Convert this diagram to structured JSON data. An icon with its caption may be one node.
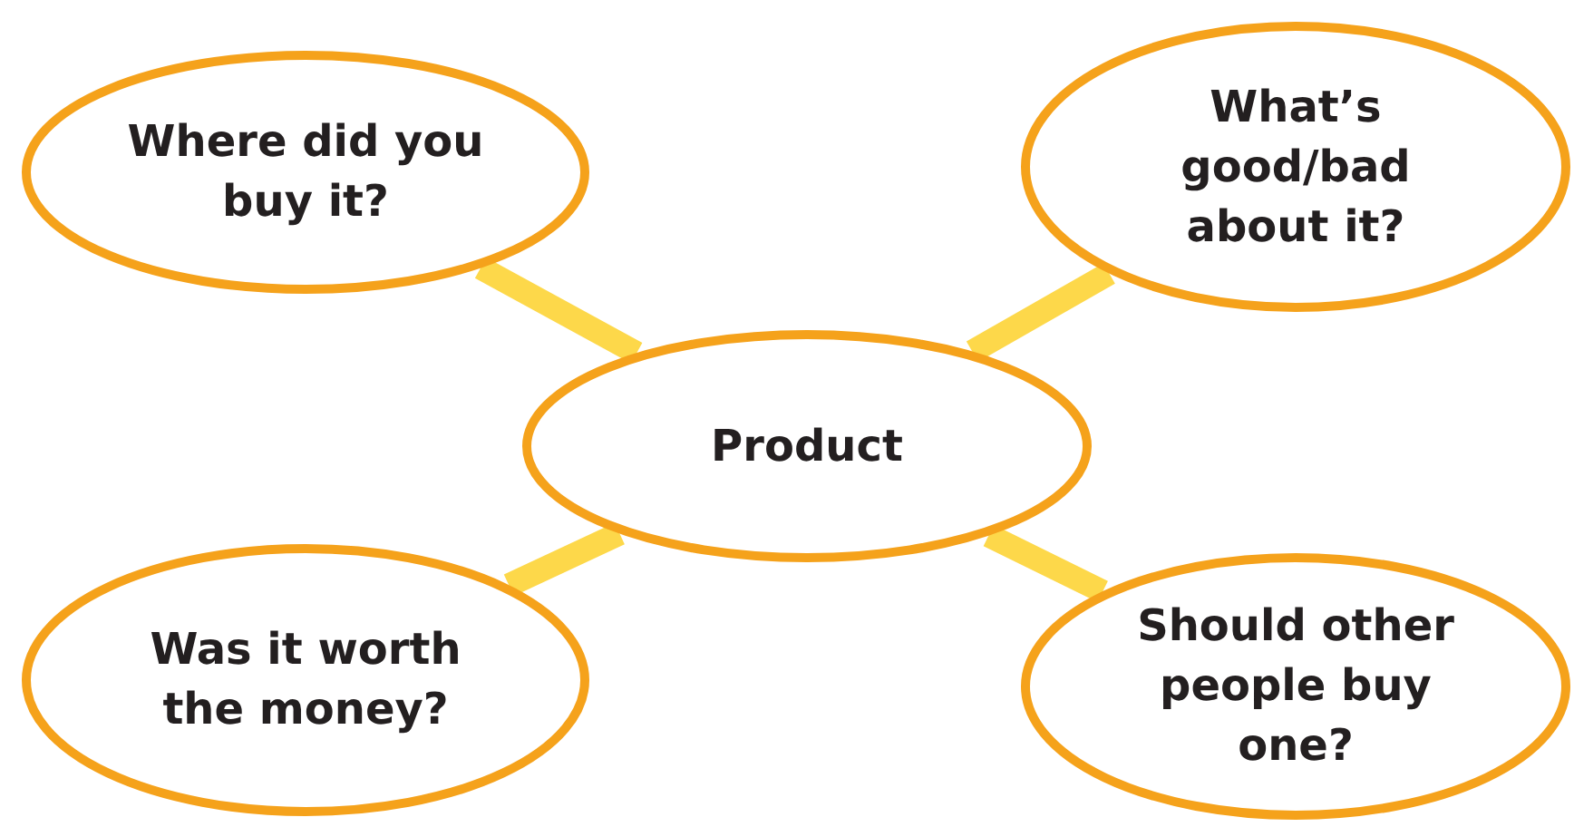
{
  "diagram": {
    "nodes": [
      {
        "text": [
          "Where did you buy it?"
        ]
      },
      {
        "text": [
          "What’s good/bad about it?"
        ]
      },
      {
        "text": [
          "Product"
        ]
      },
      {
        "text": [
          "Was it worth the money?"
        ]
      },
      {
        "text": [
          "Should other people buy one?"
        ]
      }
    ],
    "edges": [
      {
        "from": 2,
        "to": 0,
        "arrow": "none"
      },
      {
        "from": 2,
        "to": 1,
        "arrow": "none"
      },
      {
        "from": 2,
        "to": 3,
        "arrow": "none"
      },
      {
        "from": 2,
        "to": 4,
        "arrow": "none"
      }
    ]
  }
}
